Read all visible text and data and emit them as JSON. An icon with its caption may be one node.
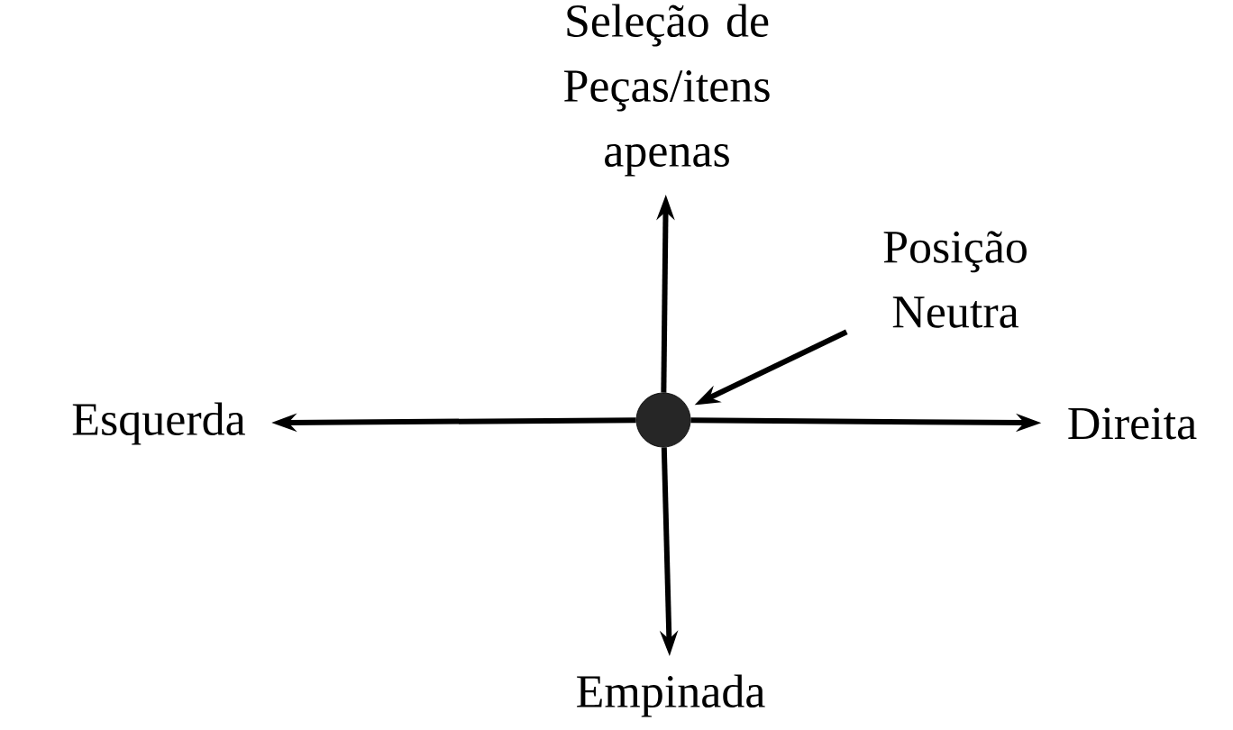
{
  "diagram": {
    "nodes": [
      {
        "text": [],
        "shape": "circle"
      },
      {
        "text": [
          "Seleção de Peças/itens apenas"
        ]
      },
      {
        "text": [
          "Esquerda"
        ]
      },
      {
        "text": [
          "Direita"
        ]
      },
      {
        "text": [
          "Empinada"
        ]
      },
      {
        "text": [
          "Posição Neutra"
        ]
      }
    ],
    "edges": [
      {
        "from": 0,
        "to": 1,
        "arrow": "to"
      },
      {
        "from": 0,
        "to": 2,
        "arrow": "to"
      },
      {
        "from": 0,
        "to": 3,
        "arrow": "to"
      },
      {
        "from": 0,
        "to": 4,
        "arrow": "to"
      },
      {
        "from": 5,
        "to": 0,
        "arrow": "to"
      }
    ]
  }
}
